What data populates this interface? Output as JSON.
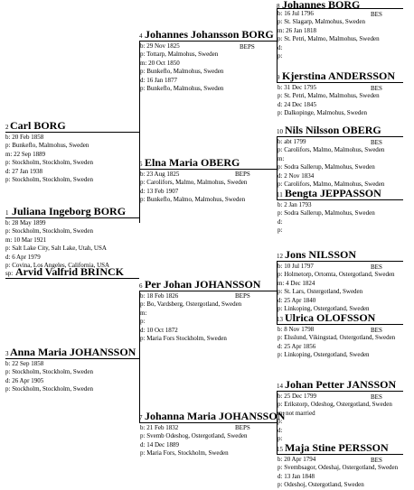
{
  "persons": [
    {
      "num": "1",
      "name": "Juliana Ingeborg BORG",
      "beps": "",
      "details": [
        "b: 28 May 1899",
        "p: Stockholm, Stockholm, Sweden",
        "m: 10 Mar 1921",
        "p: Salt Lake City, Salt Lake, Utah, USA",
        "d: 6 Apr 1979",
        "p: Covina, Los Angeles, California, USA"
      ]
    },
    {
      "num": "2",
      "name": "Carl BORG",
      "beps": "",
      "details": [
        "b: 20 Feb 1858",
        "p: Bunkeflo, Malmohus, Sweden",
        "m: 22 Sep 1889",
        "p: Stockholm, Stockholm, Sweden",
        "d: 27 Jan 1938",
        "p: Stockholm, Stockholm, Sweden"
      ]
    },
    {
      "num": "3",
      "name": "Anna Maria JOHANSSON",
      "beps": "",
      "details": [
        "b: 22 Sep 1858",
        "p: Stockholm, Stockholm, Sweden",
        "d: 26 Apr 1905",
        "p: Stockholm, Stockholm, Sweden"
      ]
    },
    {
      "num": "4",
      "name": "Johannes Johansson BORG",
      "beps": "BEPS",
      "details": [
        "b: 29 Nov 1825",
        "p: Tottarp, Malmohus, Sweden",
        "m: 20 Oct 1850",
        "p: Bunkeflo, Malmohus, Sweden",
        "d: 16 Jan 1877",
        "p: Bunkeflo, Malmohus, Sweden"
      ]
    },
    {
      "num": "5",
      "name": "Elna Maria OBERG",
      "beps": "BEPS",
      "details": [
        "b: 23 Aug 1825",
        "p: Carolifors, Malmo, Malmohus, Sweden",
        "d: 13 Feb 1907",
        "p: Bunkeflo, Malmo, Malmohus, Sweden"
      ]
    },
    {
      "num": "6",
      "name": "Per Johan JOHANSSON",
      "beps": "BEPS",
      "details": [
        "b: 18 Feb 1826",
        "p: Bo, Vardsberg, Ostergotland, Sweden",
        "m:",
        "p:",
        "d: 10 Oct 1872",
        "p: Maria Fors Stockholm, Sweden"
      ]
    },
    {
      "num": "7",
      "name": "Johanna Maria JOHANSSON",
      "beps": "BEPS",
      "details": [
        "b: 21 Feb 1832",
        "p: Svemb Odeshog, Ostergotland, Sweden",
        "d: 14 Dec 1889",
        "p: Maria Fors, Stockholm, Sweden"
      ]
    },
    {
      "num": "8",
      "name": "Johannes BORG",
      "beps": "BES",
      "details": [
        "b: 16 Jul 1796",
        "p: St. Slagarp, Malmohus, Sweden",
        "m: 26 Jan 1818",
        "p: St. Petri, Malmo, Malmohus, Sweden",
        "d:",
        "p:"
      ]
    },
    {
      "num": "9",
      "name": "Kjerstina ANDERSSON",
      "beps": "BES",
      "details": [
        "b: 31 Dec 1795",
        "p: St. Petri, Malmo, Malmohus, Sweden",
        "d: 24 Dec 1845",
        "p: Dalkopinge, Malmohus, Sweden"
      ]
    },
    {
      "num": "10",
      "name": "Nils Nilsson OBERG",
      "beps": "BES",
      "details": [
        "b: abt 1799",
        "p: Carolifors, Malmo, Malmohus, Sweden",
        "m:",
        "p: Sodra Sallerup, Malmohus, Sweden",
        "d: 2 Nov 1834",
        "p: Carolifors, Malmo, Malmohus, Sweden"
      ]
    },
    {
      "num": "11",
      "name": "Bengta JEPPASSON",
      "beps": "",
      "details": [
        "b: 2 Jan 1793",
        "p: Sodra Sallerup, Malmohus, Sweden",
        "d:",
        "p:"
      ]
    },
    {
      "num": "12",
      "name": "Jons NILSSON",
      "beps": "BES",
      "details": [
        "b: 10 Jul 1797",
        "p: Holmetorp, Ortomta, Ostergotland, Sweden",
        "m: 4 Dec 1824",
        "p: St. Lars, Ostergotland, Sweden",
        "d: 25 Apr 1840",
        "p: Linkoping, Ostergotland, Sweden"
      ]
    },
    {
      "num": "13",
      "name": "Ulrica OLOFSSON",
      "beps": "BES",
      "details": [
        "b: 8 Nov 1798",
        "p: Elsslund, Vikingstad, Ostergotland, Sweden",
        "d: 25 Apr 1856",
        "p: Linkoping, Ostergotland, Sweden"
      ]
    },
    {
      "num": "14",
      "name": "Johan Petter JANSSON",
      "beps": "BES",
      "details": [
        "b: 25 Dec 1799",
        "p: Erikstorp, Odeshog, Ostergotland, Sweden",
        "m: not married",
        "p:",
        "d:",
        "p:"
      ]
    },
    {
      "num": "15",
      "name": "Maja Stine PERSSON",
      "beps": "BES",
      "details": [
        "b: 20 Apr 1794",
        "p: Svembsagor, Odeshaj, Ostergotland, Sweden",
        "d: 13 Jan 1848",
        "p: Odeshoj, Ostergotland, Sweden"
      ]
    }
  ],
  "spouse": {
    "label": "sp:",
    "name": "Arvid Valfrid BRINCK"
  }
}
